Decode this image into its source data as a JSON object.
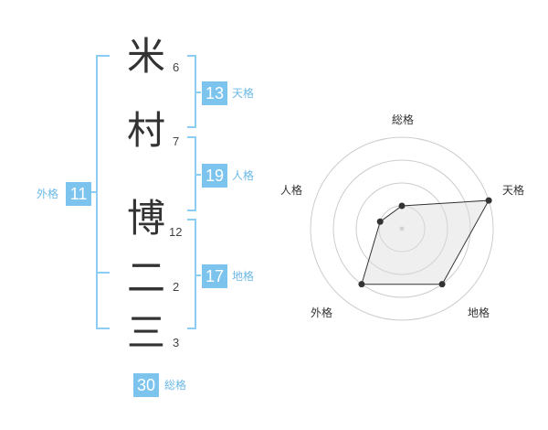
{
  "name_chars": [
    {
      "char": "米",
      "strokes": "6"
    },
    {
      "char": "村",
      "strokes": "7"
    },
    {
      "char": "博",
      "strokes": "12"
    },
    {
      "char": "二",
      "strokes": "2"
    },
    {
      "char": "三",
      "strokes": "3"
    }
  ],
  "fortunes": {
    "tenkaku": {
      "value": "13",
      "label": "天格"
    },
    "jinkaku": {
      "value": "19",
      "label": "人格"
    },
    "chikaku": {
      "value": "17",
      "label": "地格"
    },
    "gaikaku": {
      "value": "11",
      "label": "外格"
    },
    "soukaku": {
      "value": "30",
      "label": "総格"
    }
  },
  "colors": {
    "accent": "#7cc4ee",
    "bracket": "#8ccdf3",
    "text": "#333333"
  },
  "radar": {
    "axes": [
      "総格",
      "天格",
      "地格",
      "外格",
      "人格"
    ],
    "levels": 4,
    "values": [
      0.25,
      1.0,
      0.75,
      0.75,
      0.25
    ]
  }
}
